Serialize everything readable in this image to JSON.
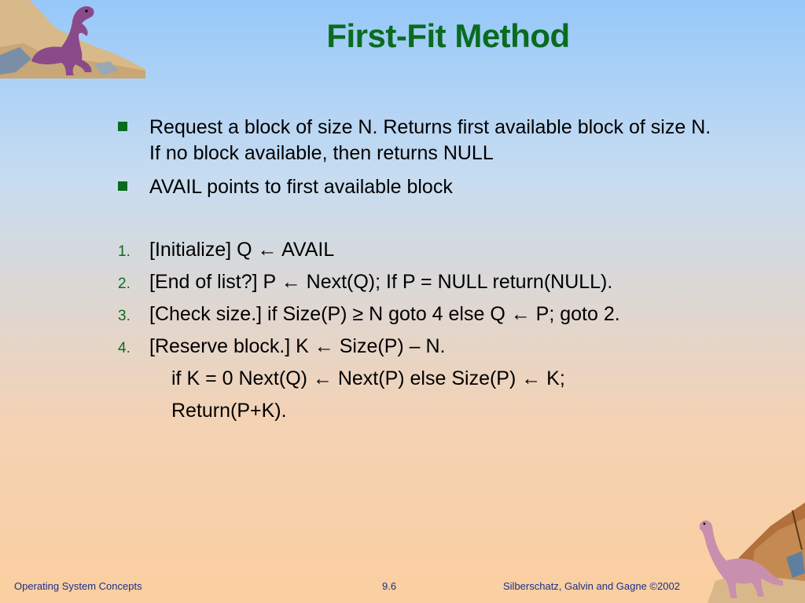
{
  "slide": {
    "title": "First-Fit Method",
    "bullets": [
      "Request a block of size N.  Returns first available block of size N.  If no block available, then returns NULL",
      "AVAIL points to first available block"
    ],
    "steps": [
      {
        "num": "1.",
        "text": "[Initialize]  Q ← AVAIL"
      },
      {
        "num": "2.",
        "text": "[End of list?] P ← Next(Q);  If P = NULL return(NULL)."
      },
      {
        "num": "3.",
        "text": "[Check size.]  if Size(P) ≥ N goto 4 else Q ← P; goto 2."
      },
      {
        "num": "4.",
        "text": "[Reserve block.]  K ← Size(P) – N."
      }
    ],
    "continuation": [
      "if K = 0 Next(Q) ← Next(P) else Size(P) ← K;",
      "Return(P+K)."
    ]
  },
  "footer": {
    "left": "Operating System Concepts",
    "center": "9.6",
    "right": "Silberschatz, Galvin and  Gagne ©2002"
  },
  "colors": {
    "title": "#0a6b1e",
    "bullet": "#0a6b1e",
    "footer": "#1a2f8a"
  },
  "icons": [
    "dinosaur-trex-icon",
    "dinosaur-longneck-icon"
  ]
}
